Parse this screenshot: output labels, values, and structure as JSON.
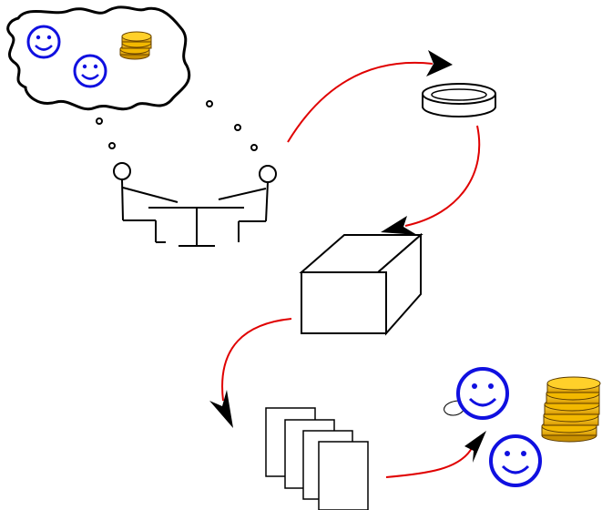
{
  "colors": {
    "ink": "#000000",
    "arrow": "#e00000",
    "smiley": "#1010e0",
    "coin_face": "#f2b800",
    "coin_edge": "#c89000",
    "coin_shadow": "#8a5a00"
  },
  "icons": [
    "thought-cloud-icon",
    "smiley-face-icon",
    "coin-stack-icon",
    "people-at-table-icon",
    "disk-icon",
    "box-icon",
    "documents-stack-icon",
    "curved-arrow-icon"
  ],
  "flow_steps": [
    "people-at-table",
    "disk",
    "box",
    "documents",
    "happy-customers-with-coins"
  ]
}
